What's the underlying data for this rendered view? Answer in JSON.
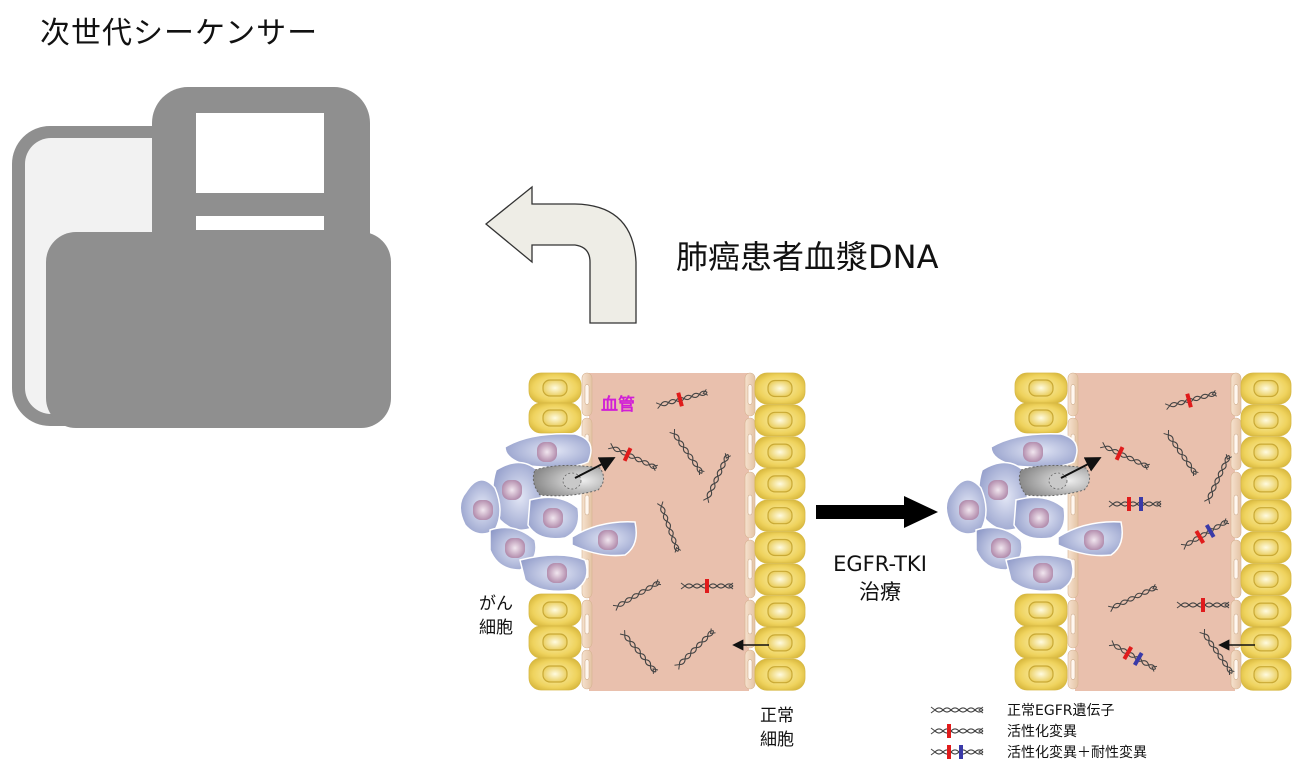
{
  "title": "次世代シーケンサー",
  "plasma_dna_label": "肺癌患者血漿DNA",
  "vessel_label": "血管",
  "cancer_cell_label": [
    "がん",
    "細胞"
  ],
  "normal_cell_label": [
    "正常",
    "細胞"
  ],
  "treatment_label": [
    "EGFR-TKI",
    "治療"
  ],
  "legend": [
    {
      "symbol": "normal-dna",
      "label": "正常EGFR遺伝子"
    },
    {
      "symbol": "activating-mutation-dna",
      "label": "活性化変異"
    },
    {
      "symbol": "activating-plus-resistance-dna",
      "label": "活性化変異＋耐性変異"
    }
  ],
  "colors": {
    "sequencer_gray": "#8f8f8f",
    "sequencer_light": "#f2f2f2",
    "arrow_fill": "#eeede6",
    "vessel": "#e9c0ad",
    "epithelial_yellow": "#f0d86a",
    "cancer_cell": "#aab3d8",
    "nucleus": "#b792b0",
    "activating_mutation": "#e01b1b",
    "resistance_mutation": "#3a3aa8",
    "vessel_label": "#d11fd6"
  }
}
